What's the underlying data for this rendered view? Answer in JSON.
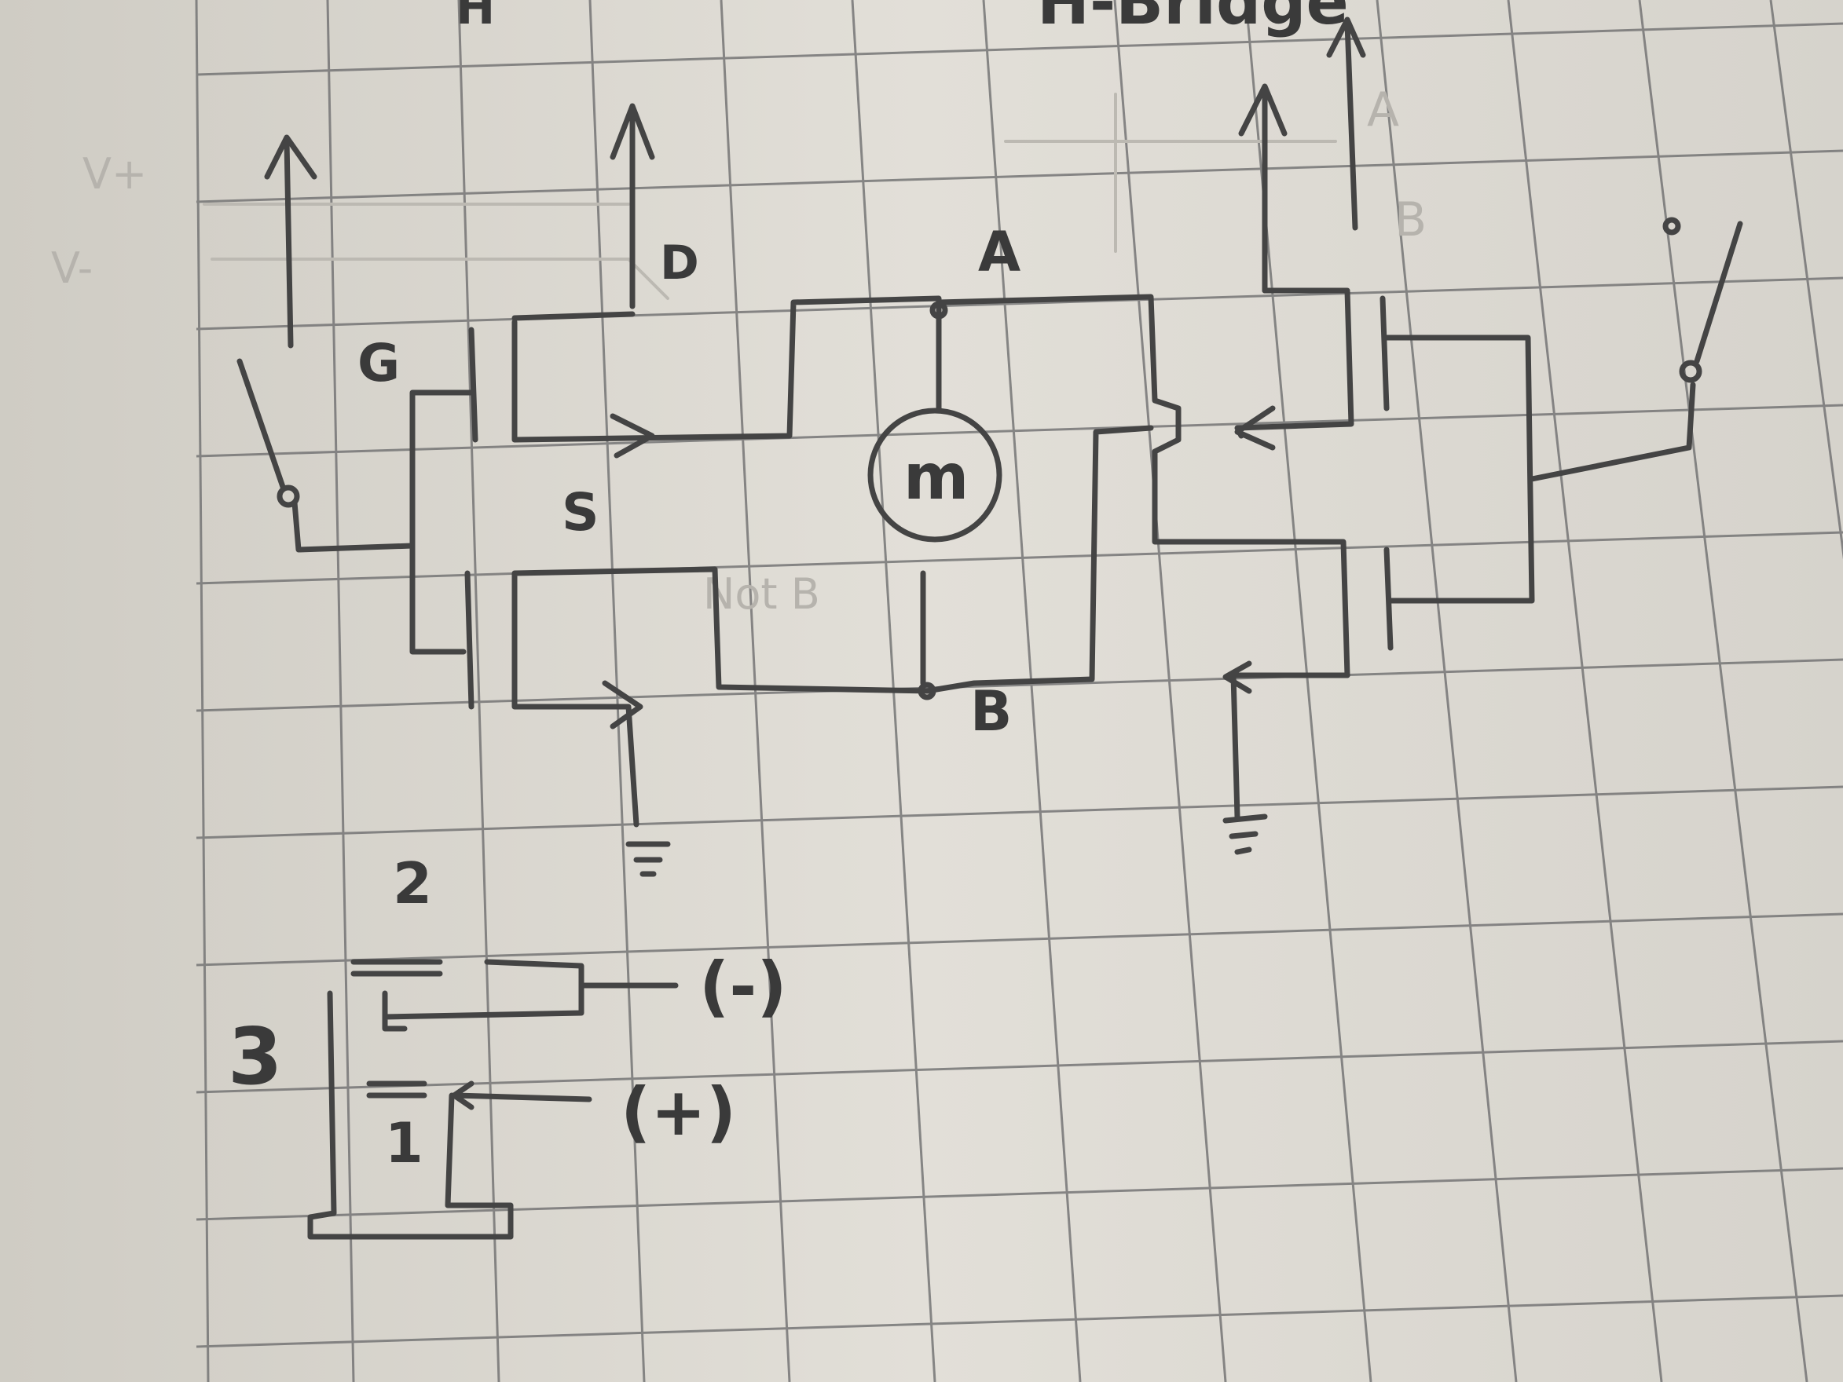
{
  "title": "H-Bridge",
  "title_left_fragment": "H",
  "transistor_labels": {
    "gate": "G",
    "drain": "D",
    "source": "S"
  },
  "node_labels": {
    "a": "A",
    "b": "B"
  },
  "motor_label": "m",
  "faint_notes": {
    "a": "A",
    "b": "B",
    "not_b": "Not B",
    "v_plus": "V+",
    "v_minus": "V-"
  },
  "pinout": {
    "pin1": "1",
    "pin2": "2",
    "pin3": "3",
    "minus": "(-)",
    "plus": "(+)"
  },
  "colors": {
    "paper": "#d9d6cf",
    "grid": "#6f6f70",
    "ink": "#444444",
    "faint_ink": "#b6b3ad"
  }
}
